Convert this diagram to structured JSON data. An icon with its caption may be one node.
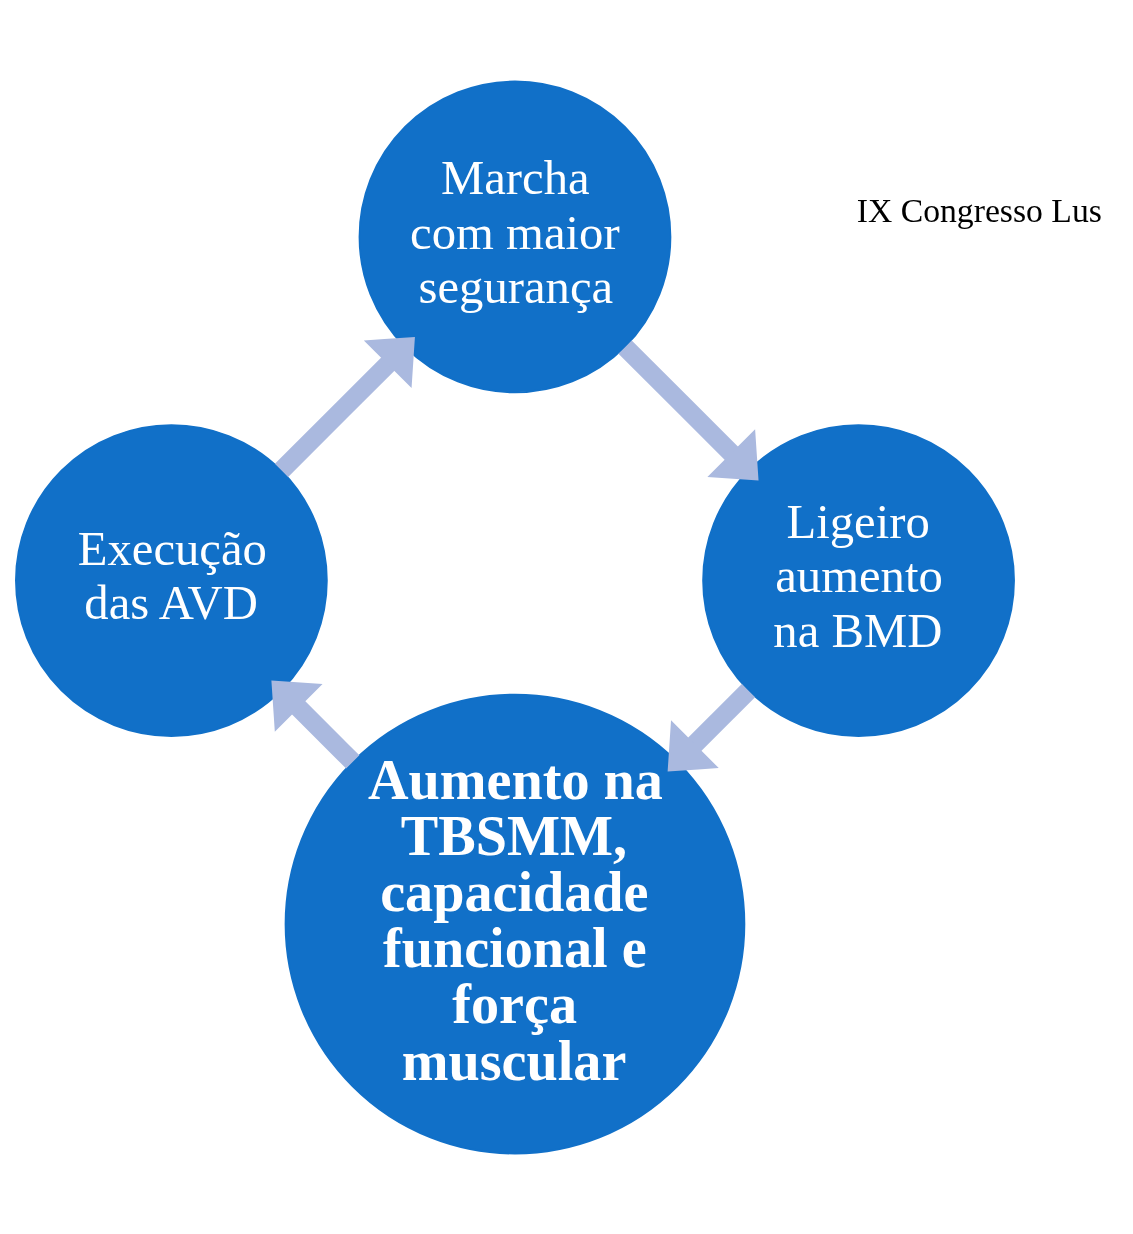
{
  "diagram": {
    "nodes": [
      {
        "text": [
          "Aumento na TBSMM, capacidade funcional e força muscular"
        ]
      },
      {
        "text": [
          "Execução das AVD"
        ]
      },
      {
        "text": [
          "Marcha com maior segurança"
        ]
      },
      {
        "text": [
          "Ligeiro aumento na BMD"
        ]
      }
    ],
    "edges": [
      {
        "from": 0,
        "to": 1,
        "arrow": "to"
      },
      {
        "from": 1,
        "to": 2,
        "arrow": "to"
      },
      {
        "from": 2,
        "to": 3,
        "arrow": "to"
      },
      {
        "from": 3,
        "to": 0,
        "arrow": "to"
      }
    ],
    "labels": [
      "IX Congresso Lus"
    ]
  }
}
